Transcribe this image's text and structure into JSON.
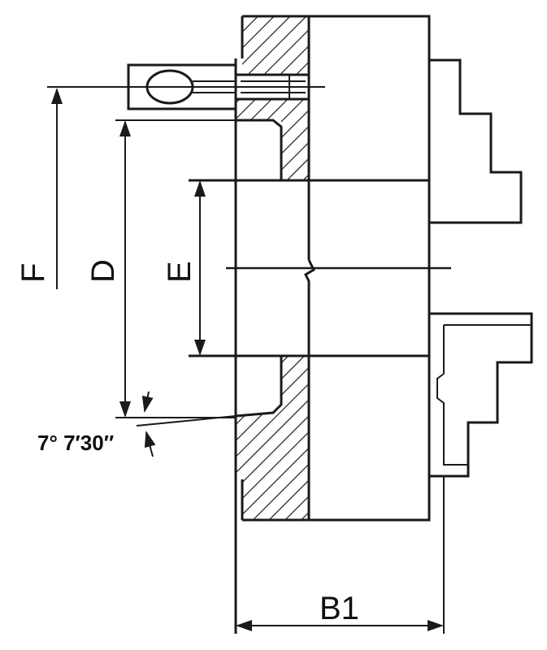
{
  "labels": {
    "F": "F",
    "D": "D",
    "E": "E",
    "B1": "B1",
    "angle": "7° 7′30″"
  },
  "colors": {
    "line": "#1a1a1a",
    "hatch": "#1a1a1a",
    "background": "#ffffff"
  }
}
